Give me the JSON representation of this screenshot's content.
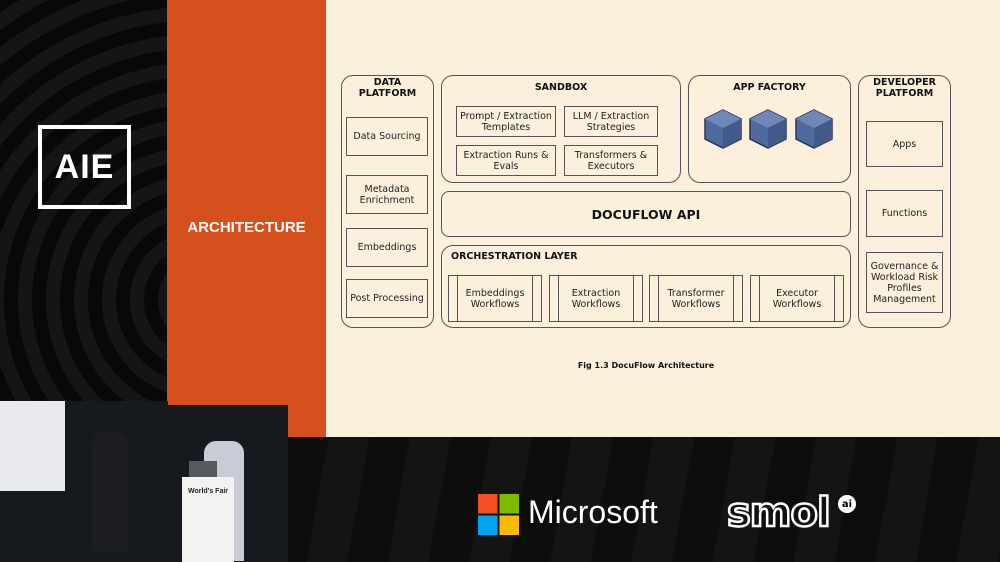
{
  "logo": "AIE",
  "section_title": "ARCHITECTURE",
  "diagram": {
    "data_platform": {
      "title": "DATA PLATFORM",
      "items": [
        "Data Sourcing",
        "Metadata Enrichment",
        "Embeddings",
        "Post Processing"
      ]
    },
    "sandbox": {
      "title": "SANDBOX",
      "items": [
        "Prompt / Extraction Templates",
        "LLM / Extraction Strategies",
        "Extraction Runs & Evals",
        "Transformers & Executors"
      ]
    },
    "app_factory": {
      "title": "APP FACTORY"
    },
    "api": {
      "title": "DOCUFLOW API"
    },
    "orchestration": {
      "title": "ORCHESTRATION LAYER",
      "items": [
        "Embeddings Workflows",
        "Extraction Workflows",
        "Transformer Workflows",
        "Executor Workflows"
      ]
    },
    "developer_platform": {
      "title": "DEVELOPER PLATFORM",
      "items": [
        "Apps",
        "Functions",
        "Governance & Workload Risk Profiles Management"
      ]
    },
    "caption": "Fig 1.3 DocuFlow  Architecture"
  },
  "video": {
    "podium_sign": "World's Fair"
  },
  "sponsors": {
    "microsoft": "Microsoft",
    "smol": "smol",
    "smol_badge": "ai"
  },
  "colors": {
    "accent": "#d6501e",
    "slide_bg": "#fcf0dc",
    "cube": "#4f6b9e"
  }
}
